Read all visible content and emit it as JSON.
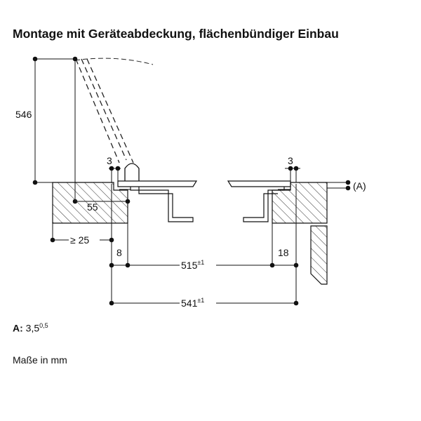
{
  "title": "Montage mit Geräteabdeckung, flächenbündiger Einbau",
  "dimensions": {
    "height_lid": "546",
    "gap_left": "3",
    "gap_right": "3",
    "depth_55": "55",
    "min_25": "≥ 25",
    "dim_8": "8",
    "dim_18": "18",
    "width_515": "515",
    "width_515_tol": "±1",
    "width_541": "541",
    "width_541_tol": "±1",
    "ref_a": "(A)"
  },
  "notes": {
    "a_label": "A:",
    "a_value": "3,5",
    "a_tol": "0,5",
    "units": "Maße in mm"
  }
}
